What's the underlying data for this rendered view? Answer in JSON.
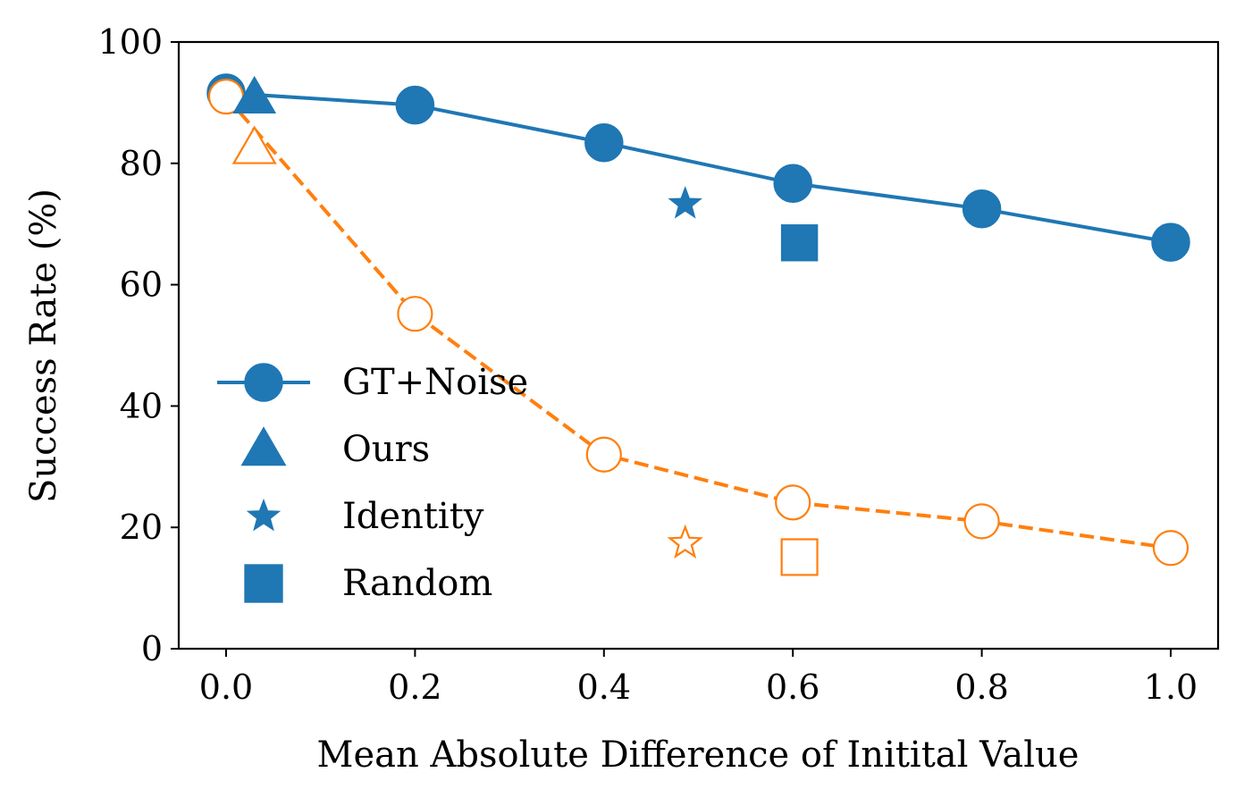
{
  "chart_data": {
    "type": "line",
    "xlabel": "Mean Absolute Difference of Initital Value",
    "ylabel": "Success Rate (%)",
    "xlim": [
      -0.05,
      1.05
    ],
    "ylim": [
      0,
      100
    ],
    "xticks": [
      "0.0",
      "0.2",
      "0.4",
      "0.6",
      "0.8",
      "1.0"
    ],
    "yticks": [
      "0",
      "20",
      "40",
      "60",
      "80",
      "100"
    ],
    "grid": false,
    "legend_position": "center-left",
    "colors": {
      "blue": "#1f77b4",
      "orange": "#ff7f0e"
    },
    "series": [
      {
        "name": "GT+Noise",
        "color": "#1f77b4",
        "line": "solid",
        "marker": "circle",
        "filled": true,
        "x": [
          0.0,
          0.2,
          0.4,
          0.6,
          0.8,
          1.0
        ],
        "y": [
          91.6,
          89.6,
          83.4,
          76.7,
          72.5,
          67.0
        ]
      },
      {
        "color": "#ff7f0e",
        "line": "dashed",
        "marker": "circle",
        "filled": false,
        "x": [
          0.0,
          0.2,
          0.4,
          0.6,
          0.8,
          1.0
        ],
        "y": [
          91.0,
          55.2,
          32.0,
          24.1,
          21.0,
          16.6
        ]
      }
    ],
    "points": [
      {
        "name": "Ours",
        "color": "#1f77b4",
        "marker": "triangle",
        "filled": true,
        "x": 0.03,
        "y": 90.8
      },
      {
        "color": "#ff7f0e",
        "marker": "triangle",
        "filled": false,
        "x": 0.03,
        "y": 82.5
      },
      {
        "name": "Identity",
        "color": "#1f77b4",
        "marker": "star",
        "filled": true,
        "x": 0.486,
        "y": 73.3
      },
      {
        "color": "#ff7f0e",
        "marker": "star",
        "filled": false,
        "x": 0.486,
        "y": 17.4
      },
      {
        "name": "Random",
        "color": "#1f77b4",
        "marker": "square",
        "filled": true,
        "x": 0.607,
        "y": 66.9
      },
      {
        "color": "#ff7f0e",
        "marker": "square",
        "filled": false,
        "x": 0.607,
        "y": 15.1
      }
    ],
    "legend": [
      {
        "label": "GT+Noise",
        "marker": "circle",
        "line": true,
        "color": "#1f77b4"
      },
      {
        "label": "Ours",
        "marker": "triangle",
        "line": false,
        "color": "#1f77b4"
      },
      {
        "label": "Identity",
        "marker": "star",
        "line": false,
        "color": "#1f77b4"
      },
      {
        "label": "Random",
        "marker": "square",
        "line": false,
        "color": "#1f77b4"
      }
    ]
  }
}
